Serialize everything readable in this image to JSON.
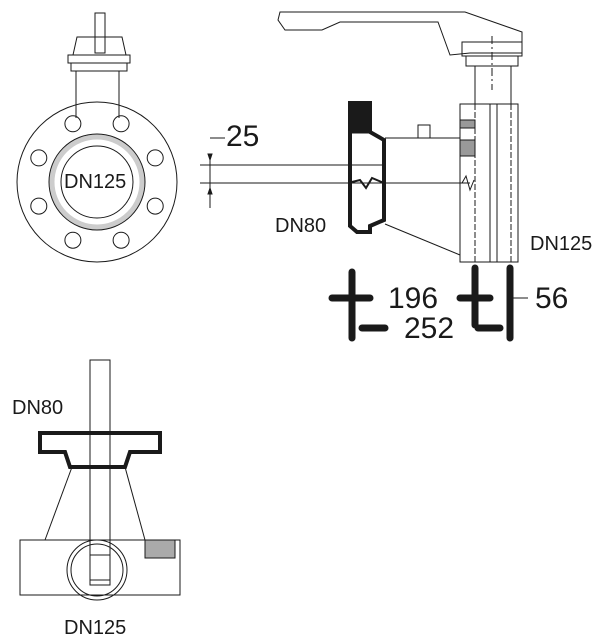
{
  "front_view": {
    "label": "DN125"
  },
  "side_view": {
    "offset_dimension": "25",
    "inlet_label": "DN80",
    "outlet_label": "DN125",
    "dim_a": "196",
    "dim_b": "56",
    "dim_total": "252"
  },
  "bottom_view": {
    "inlet_label": "DN80",
    "outlet_label": "DN125"
  },
  "colors": {
    "line": "#1a1a1a",
    "ring": "#cccccc"
  }
}
